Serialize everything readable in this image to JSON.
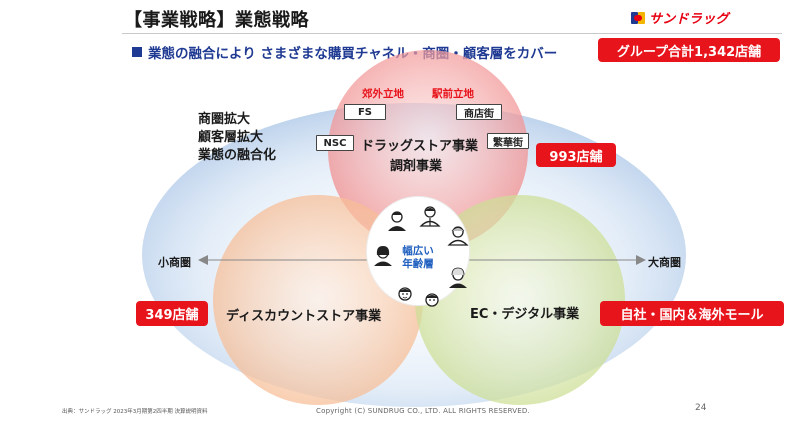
{
  "header": {
    "title": "【事業戦略】業態戦略",
    "brand": "サンドラッグ",
    "subtitle": "業態の融合により さまざまな購買チャネル・商圏・顧客層をカバー"
  },
  "badges": {
    "total": "グループ合計1,342店舗",
    "drugstore_count": "993店舗",
    "discount_count": "349店舗",
    "ec_channels": "自社・国内＆海外モール"
  },
  "left_list": [
    "商圏拡大",
    "顧客層拡大",
    "業態の融合化"
  ],
  "drugstore": {
    "suburban": "郊外立地",
    "station": "駅前立地",
    "tags": {
      "fs": "FS",
      "shopping_street": "商店街",
      "nsc": "NSC",
      "downtown": "繁華街"
    },
    "business": "ドラッグストア事業",
    "dispensing": "調剤事業"
  },
  "discount_store": "ディスカウントストア事業",
  "ec_business": "EC・デジタル事業",
  "center_label": [
    "幅広い",
    "年齢層"
  ],
  "axis": {
    "small": "小商圏",
    "large": "大商圏"
  },
  "footer": {
    "source": "出典：サンドラッグ 2023年3月期第2四半期 決算説明資料",
    "copyright": "Copyright (C)  SUNDRUG CO., LTD. ALL RIGHTS RESERVED.",
    "page": "24"
  },
  "colors": {
    "accent_red": "#e8141c",
    "navy": "#1f3a93",
    "circle_drugstore": "#f08a8a",
    "circle_discount": "#f6b98f",
    "circle_ec": "#c9dc8e",
    "circle_blue": "#a8c4e6"
  },
  "icons": [
    "person-icon",
    "arrow-left-icon",
    "arrow-right-icon",
    "sundrug-logo-icon"
  ]
}
